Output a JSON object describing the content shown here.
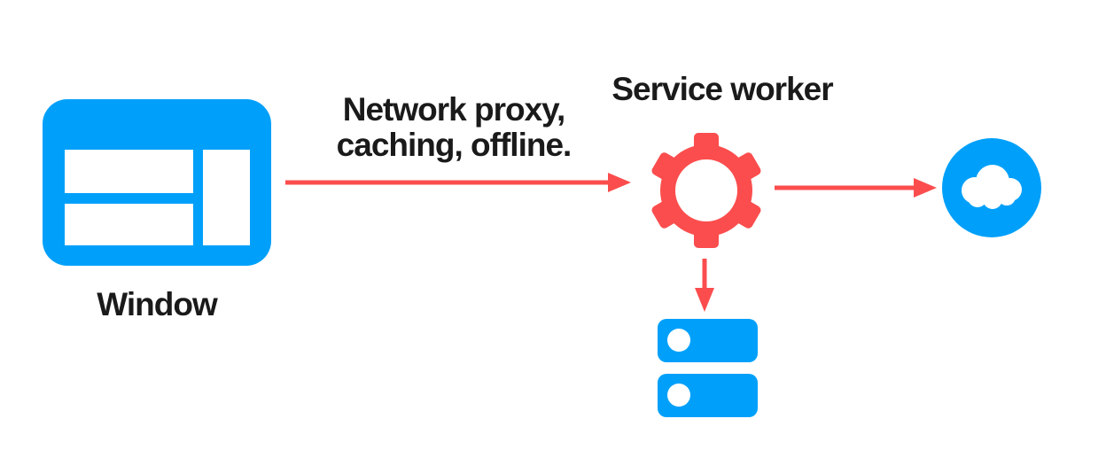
{
  "diagram": {
    "type": "architecture-flow",
    "nodes": {
      "window": {
        "label": "Window",
        "icon": "browser-window-icon"
      },
      "service_worker": {
        "label": "Service worker",
        "icon": "gear-icon"
      },
      "network": {
        "icon": "cloud-icon"
      },
      "cache_storage": {
        "icon": "storage-disks-icon"
      }
    },
    "edges": {
      "window_to_service_worker": {
        "label_lines": [
          "Network proxy,",
          "caching, offline."
        ],
        "direction": "right"
      },
      "service_worker_to_network": {
        "direction": "right"
      },
      "service_worker_to_storage": {
        "direction": "down"
      }
    }
  },
  "colors": {
    "blue": "#00A0FA",
    "red": "#FB4D4D",
    "text": "#1A1A1A",
    "background": "#FFFFFF"
  }
}
